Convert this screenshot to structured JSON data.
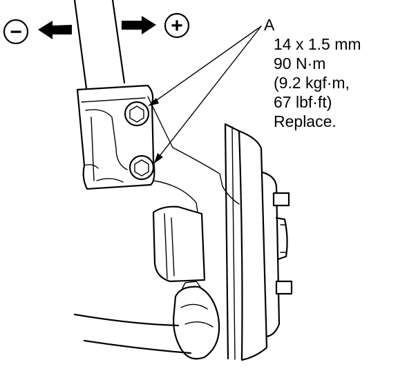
{
  "callout": {
    "letter": "A",
    "spec_lines": [
      "14 x 1.5 mm",
      "90 N·m",
      "(9.2 kgf·m,",
      "67 lbf·ft)",
      "Replace."
    ]
  },
  "direction_signs": {
    "minus": "−",
    "plus": "+"
  }
}
